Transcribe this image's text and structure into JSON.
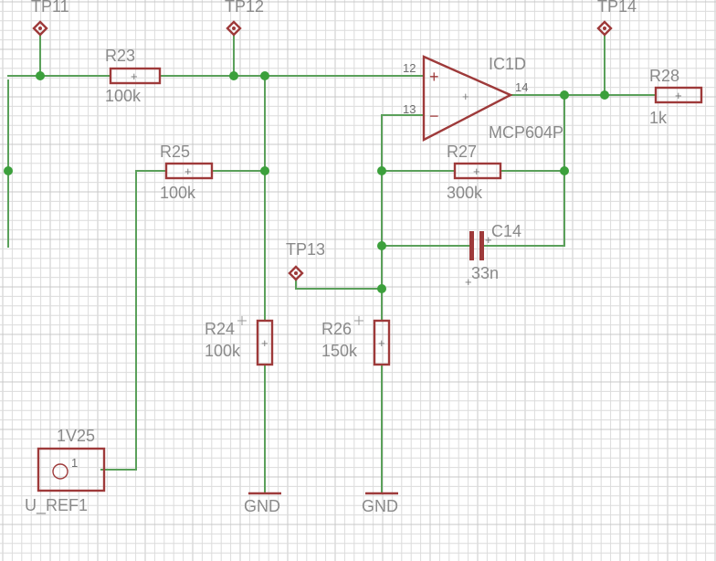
{
  "colors": {
    "wire": "#5aa05a",
    "junction": "#3ca03c",
    "component": "#9e3a3a",
    "label": "#8a8a8a",
    "grid": "#dcdcdc",
    "background": "#ffffff"
  },
  "test_points": {
    "tp11": "TP11",
    "tp12": "TP12",
    "tp13": "TP13",
    "tp14": "TP14"
  },
  "resistors": {
    "r23": {
      "name": "R23",
      "value": "100k"
    },
    "r24": {
      "name": "R24",
      "value": "100k"
    },
    "r25": {
      "name": "R25",
      "value": "100k"
    },
    "r26": {
      "name": "R26",
      "value": "150k"
    },
    "r27": {
      "name": "R27",
      "value": "300k"
    },
    "r28": {
      "name": "R28",
      "value": "1k"
    }
  },
  "capacitor": {
    "name": "C14",
    "value": "33n"
  },
  "opamp": {
    "name": "IC1D",
    "part": "MCP604P",
    "pin_noninv": "12",
    "pin_inv": "13",
    "pin_out": "14",
    "sym_plus": "+",
    "sym_minus": "−",
    "sym_center": "+"
  },
  "connector": {
    "name": "U_REF1",
    "value": "1V25",
    "pin": "1"
  },
  "grounds": {
    "gnd1": "GND",
    "gnd2": "GND"
  },
  "part_marks": {
    "plus": "+"
  }
}
